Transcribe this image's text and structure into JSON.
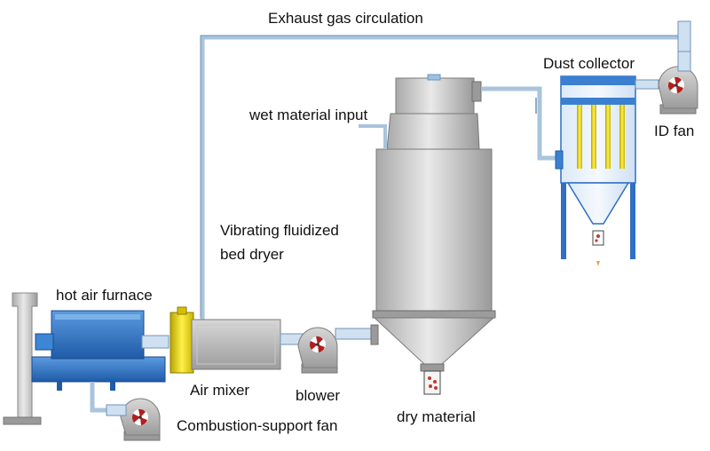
{
  "labels": {
    "exhaust": "Exhaust gas circulation",
    "dust_collector": "Dust collector",
    "id_fan": "ID fan",
    "wet_input": "wet material input",
    "dryer_line1": "Vibrating fluidized",
    "dryer_line2": "bed dryer",
    "hot_air_furnace": "hot air furnace",
    "air_mixer": "Air mixer",
    "blower": "blower",
    "combustion_fan": "Combustion-support fan",
    "dry_material": "dry material"
  },
  "colors": {
    "pipe": "#a9c4dc",
    "pipe_dark": "#6f93b6",
    "steel_light": "#e4e4e4",
    "steel_mid": "#bdbdbd",
    "steel_dark": "#8e8e8e",
    "furnace_blue": "#2f6fc4",
    "collector_blue": "#3b7fd1",
    "filter_yellow": "#e8dd3a",
    "fan_red": "#b21e1e"
  },
  "icons": [
    "fan-icon",
    "material-outlet-icon"
  ]
}
